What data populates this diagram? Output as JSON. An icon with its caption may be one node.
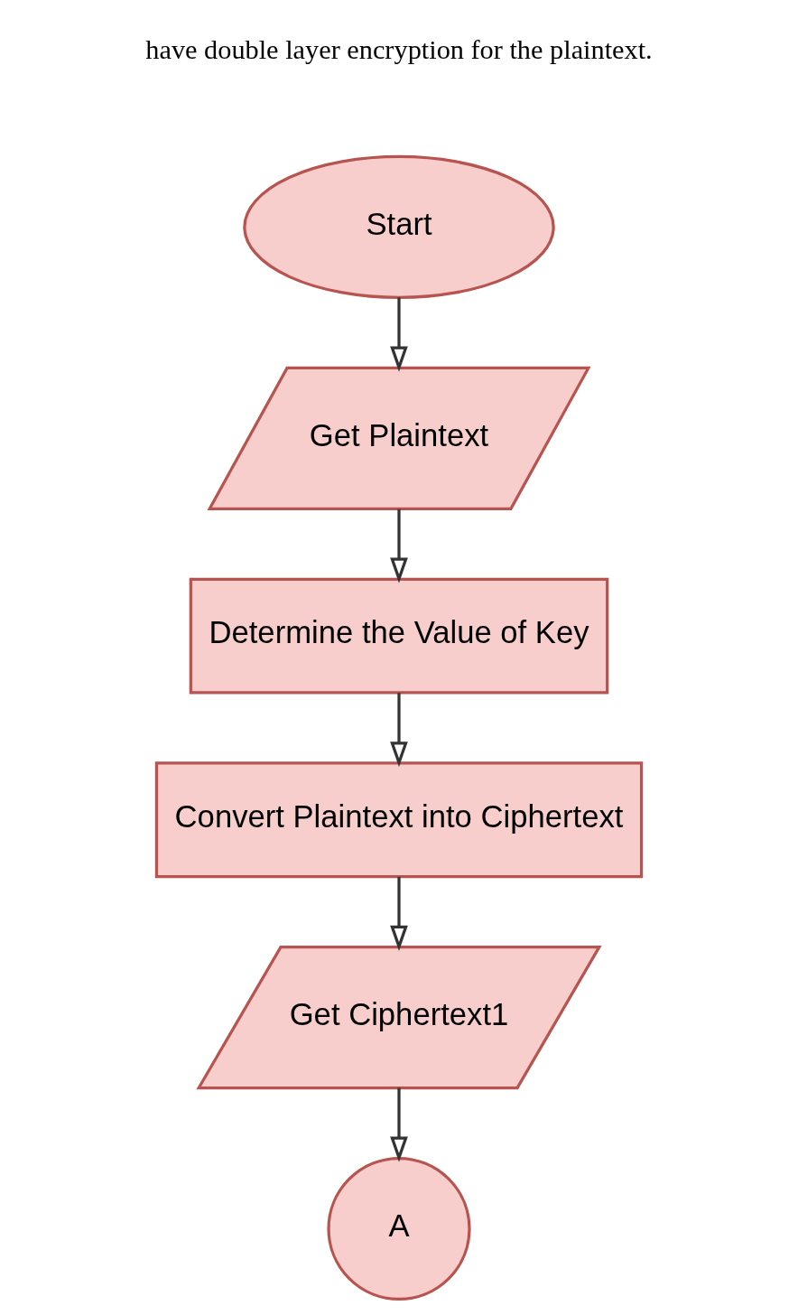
{
  "diagram": {
    "nodes": [
      {
        "text": [
          "Start"
        ]
      },
      {
        "text": [
          "Get Plaintext"
        ]
      },
      {
        "text": [
          "Determine the Value of Key"
        ]
      },
      {
        "text": [
          "Convert Plaintext into Ciphertext"
        ]
      },
      {
        "text": [
          "Get Ciphertext1"
        ]
      },
      {
        "text": [
          "A"
        ]
      }
    ],
    "edges": [
      {
        "from": 0,
        "to": 1,
        "arrow": "to"
      },
      {
        "from": 1,
        "to": 2,
        "arrow": "to"
      },
      {
        "from": 2,
        "to": 3,
        "arrow": "to"
      },
      {
        "from": 3,
        "to": 4,
        "arrow": "to"
      },
      {
        "from": 4,
        "to": 5,
        "arrow": "to"
      }
    ],
    "labels": [
      "have double layer encryption for the plaintext."
    ]
  }
}
